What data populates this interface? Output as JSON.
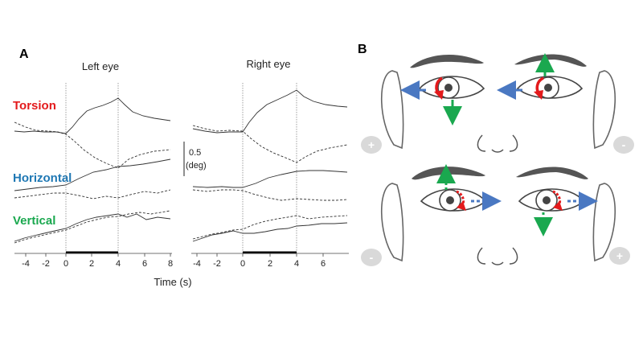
{
  "panels": {
    "a": {
      "label": "A",
      "left_title": "Left eye",
      "right_title": "Right eye",
      "row_labels": {
        "torsion": "Torsion",
        "horizontal": "Horizontal",
        "vertical": "Vertical"
      },
      "scale_bar_value": "0.5",
      "scale_bar_unit": "(deg)",
      "x_axis_label": "Time (s)",
      "left_ticks": [
        "-4",
        "-2",
        "0",
        "2",
        "4",
        "6",
        "8"
      ],
      "right_ticks": [
        "-4",
        "-2",
        "0",
        "2",
        "4",
        "6"
      ]
    },
    "b": {
      "label": "B",
      "sign_top_left": "+",
      "sign_top_right": "-",
      "sign_bottom_left": "-",
      "sign_bottom_right": "+"
    }
  },
  "colors": {
    "torsion": "#e31a1c",
    "horizontal": "#1f78b4",
    "vertical": "#1aa84f",
    "arrow_blue": "#4a78c2",
    "arrow_green": "#1aa84f",
    "trace": "#333333"
  }
}
